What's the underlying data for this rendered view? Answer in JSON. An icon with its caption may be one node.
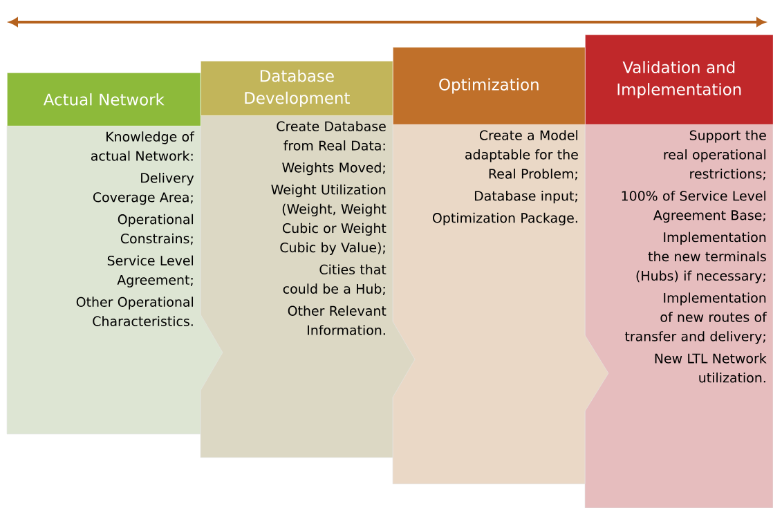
{
  "diagram": {
    "nodes": [
      {
        "text": [
          "Actual Network"
        ]
      },
      {
        "text": [
          "Database Development"
        ]
      },
      {
        "text": [
          "Optimization"
        ]
      },
      {
        "text": [
          "Validation and Implementation"
        ]
      },
      {
        "text": [
          "Knowledge of actual Network:",
          "Delivery Coverage Area;",
          "Operational Constrains;",
          "Service Level Agreement;",
          "Other Operational Characteristics."
        ]
      },
      {
        "text": [
          "Create Database from Real Data:",
          "Weights Moved;",
          "Weight Utilization (Weight, Weight Cubic or Weight Cubic by Value);",
          "Cities that could be a Hub;",
          "Other Relevant Information."
        ]
      },
      {
        "text": [
          "Create a Model adaptable for the Real Problem;",
          "Database input;",
          "Optimization Package."
        ]
      },
      {
        "text": [
          "Support the real operational restrictions;",
          "100% of Service Level Agreement Base;",
          "Implementation the new terminals (Hubs) if necessary;",
          "Implementation of new routes of transfer and delivery;",
          "New LTL Network utilization."
        ]
      }
    ]
  }
}
